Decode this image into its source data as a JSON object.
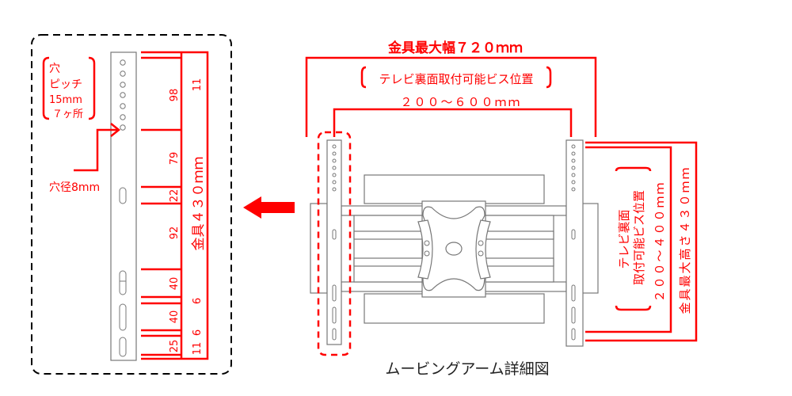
{
  "detail": {
    "pitch_label": [
      "穴",
      "ピッチ",
      "15mm",
      "７ヶ所"
    ],
    "hole_diameter": "穴径8mm",
    "inner_dims": [
      "98",
      "79",
      "22",
      "92",
      "40",
      "40",
      "25"
    ],
    "outer_dims": [
      "11",
      "6",
      "6",
      "11"
    ],
    "height_label": "金具４３０ｍｍ"
  },
  "main": {
    "max_width": "金具最大幅７２０ｍｍ",
    "screw_range_label": "テレビ裏面取付可能ビス位置",
    "screw_range_h": "２００～６００ｍｍ",
    "v_label_1": "テレビ裏面",
    "v_label_2": "取付可能ビス位置",
    "screw_range_v": "２００～４００ｍｍ",
    "max_height": "金具最大高さ４３０ｍｍ",
    "caption": "ムービングアーム詳細図"
  },
  "colors": {
    "accent": "#ff0000",
    "drawing": "#777777"
  }
}
